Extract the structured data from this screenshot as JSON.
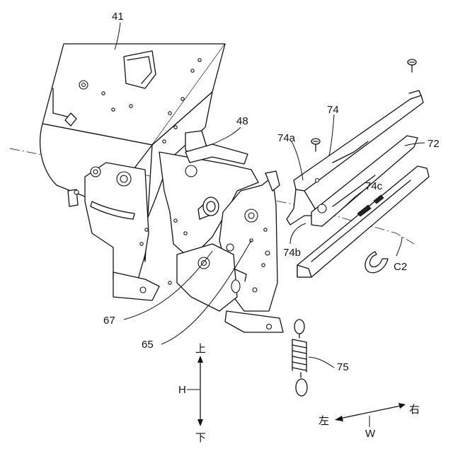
{
  "figure": {
    "labels": {
      "l41": "41",
      "l48": "48",
      "l74": "74",
      "l74a": "74a",
      "l72": "72",
      "l74c": "74c",
      "l74b": "74b",
      "lC2": "C2",
      "l67": "67",
      "l65": "65",
      "l75": "75"
    },
    "axes": {
      "vertical_letter": "H",
      "up": "上",
      "down": "下",
      "horizontal_letter": "W",
      "left": "左",
      "right": "右"
    }
  }
}
